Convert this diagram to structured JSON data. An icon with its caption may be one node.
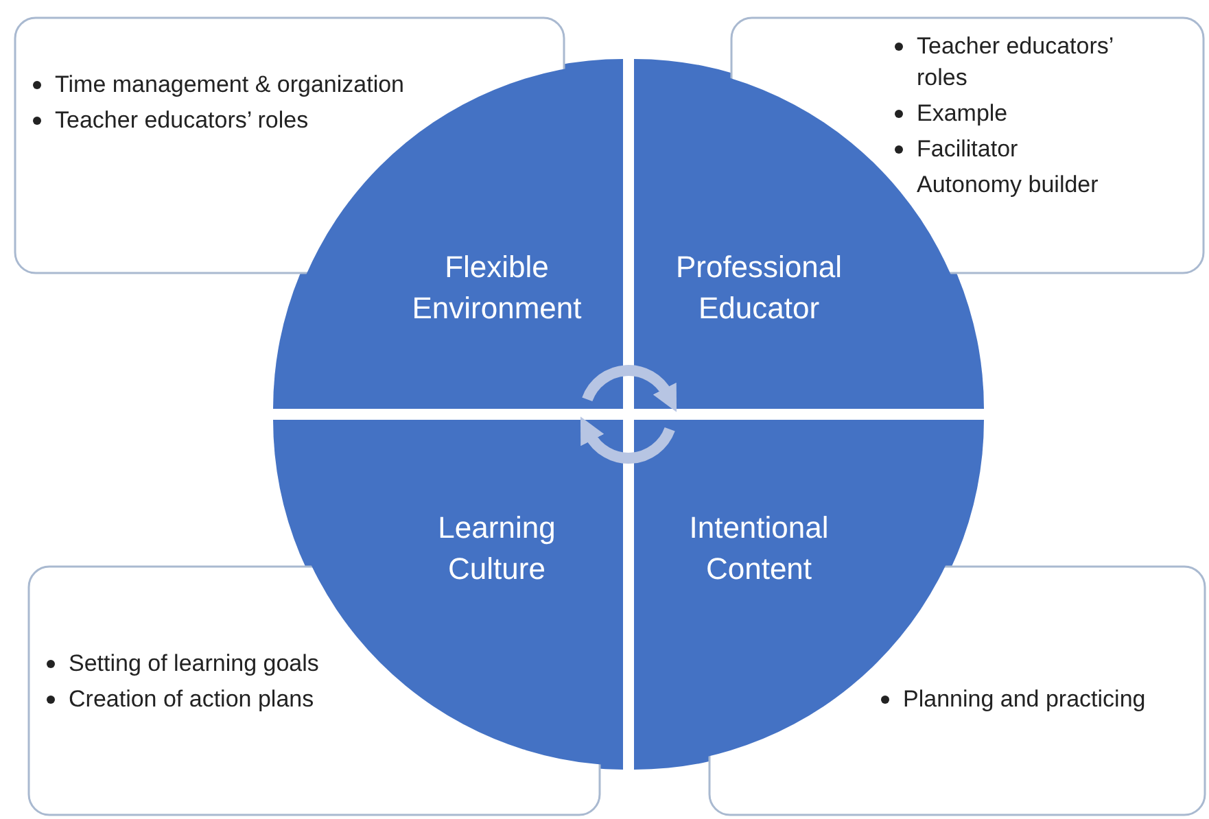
{
  "diagram": {
    "nodes": [
      {
        "text": [
          "Time management & organization",
          "Teacher educators’ roles"
        ]
      },
      {
        "text": [
          "Teacher educators’ roles",
          "Example",
          "Facilitator",
          "Autonomy builder"
        ]
      },
      {
        "text": [
          "Flexible Environment"
        ]
      },
      {
        "text": [
          "Professional Educator"
        ]
      },
      {
        "text": [
          "Learning Culture"
        ]
      },
      {
        "text": [
          "Intentional Content"
        ]
      },
      {
        "text": [
          "Setting of learning goals",
          "Creation of action plans"
        ]
      },
      {
        "text": [
          "Planning and practicing"
        ]
      }
    ],
    "edges": [
      {
        "from": 2,
        "to": 3,
        "arrow": "to"
      },
      {
        "from": 5,
        "to": 4,
        "arrow": "to"
      }
    ]
  }
}
